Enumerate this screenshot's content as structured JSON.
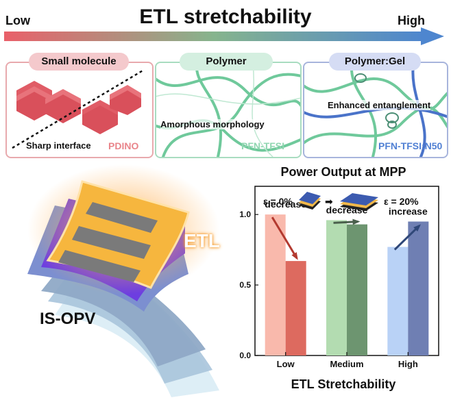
{
  "header": {
    "title": "ETL stretchability",
    "low": "Low",
    "high": "High"
  },
  "panels": [
    {
      "tag": "Small molecule",
      "caption": "Sharp interface",
      "material": "PDINO",
      "tag_color": "#f4c9cc",
      "border_color": "#e8a9ad",
      "material_color": "#e9848a"
    },
    {
      "tag": "Polymer",
      "caption": "Amorphous morphology",
      "material": "PFN-TFSI",
      "tag_color": "#d4efe0",
      "border_color": "#a8dcc0",
      "material_color": "#8fd6b0"
    },
    {
      "tag": "Polymer:Gel",
      "caption": "Enhanced entanglement",
      "material": "PFN-TFSI:N50",
      "tag_color": "#d5dcf4",
      "border_color": "#a7b4dc",
      "material_color": "#4f7fd3"
    }
  ],
  "device": {
    "label": "IS-OPV",
    "etl_label": "ETL"
  },
  "chart_data": {
    "type": "bar",
    "title": "Power Output at MPP",
    "xlabel": "ETL Stretchability",
    "ylabel": "",
    "ylim": [
      0.0,
      1.2
    ],
    "yticks": [
      "0.0",
      "0.5",
      "1.0"
    ],
    "categories": [
      "Low",
      "Medium",
      "High"
    ],
    "series": [
      {
        "name": "ε = 0%",
        "values": [
          1.0,
          0.96,
          0.77
        ]
      },
      {
        "name": "ε = 20%",
        "values": [
          0.67,
          0.93,
          0.95
        ]
      }
    ],
    "annotations": [
      "decrease",
      "decrease",
      "increase"
    ],
    "colors": [
      [
        "#f9b9ac",
        "#dd6a5f"
      ],
      [
        "#b3dcb1",
        "#6d9570"
      ],
      [
        "#b9d2f6",
        "#6f7fb3"
      ]
    ],
    "arrow_colors": [
      "#b3392f",
      "#4a5f4c",
      "#2f4778"
    ],
    "legend": {
      "strain_0": "ε = 0%",
      "strain_20": "ε = 20%",
      "arrow": "➡"
    }
  }
}
